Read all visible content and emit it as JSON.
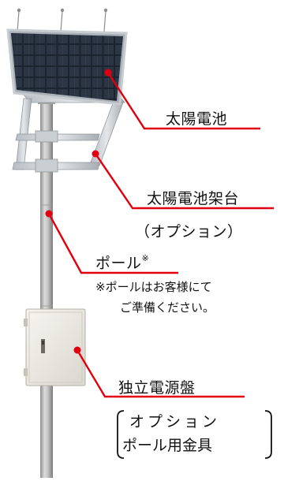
{
  "labels": {
    "solar_panel": "太陽電池",
    "panel_mount": "太陽電池架台",
    "panel_mount_option": "（オプション）",
    "pole": "ポール",
    "pole_mark": "※",
    "pole_note_line1": "※ポールはお客様にて",
    "pole_note_line2": "ご準備ください。",
    "power_panel": "独立電源盤",
    "bracket_line1": "オプション",
    "bracket_line2": "ポール用金具"
  },
  "colors": {
    "callout": "#e0000f",
    "panel_frame": "#9aa3ab",
    "panel_cell": "#1f2733",
    "pole": "#b9b9b9",
    "box": "#eceae3",
    "text": "#111111"
  }
}
